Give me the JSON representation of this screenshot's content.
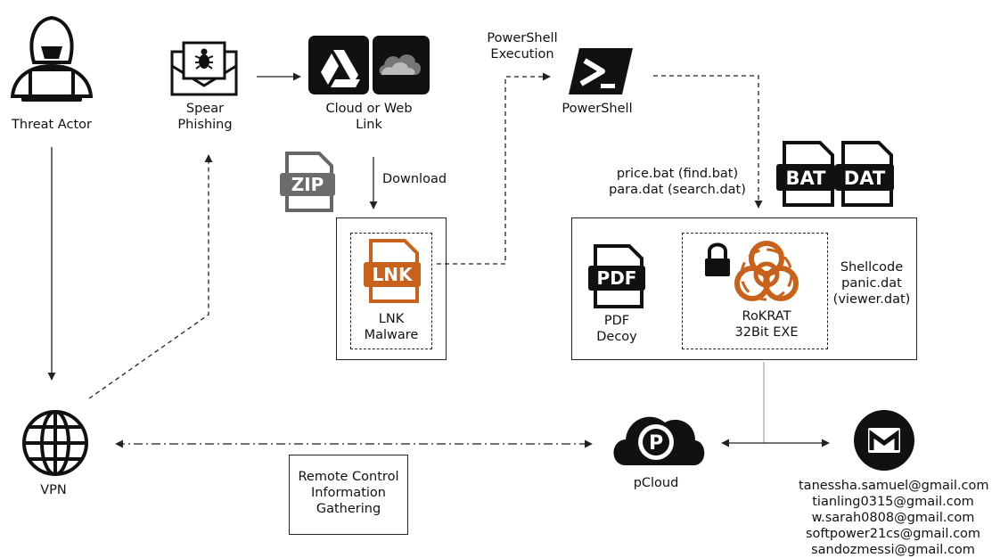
{
  "nodes": {
    "threat_actor": {
      "label": "Threat Actor"
    },
    "spear_phishing": {
      "lines": [
        "Spear",
        "Phishing"
      ]
    },
    "cloud_link": {
      "lines": [
        "Cloud or Web",
        "Link"
      ]
    },
    "powershell_exec": {
      "lines": [
        "PowerShell",
        "Execution"
      ]
    },
    "powershell": {
      "label": "PowerShell",
      "icon_text": ">_"
    },
    "zip": {
      "icon_text": "ZIP"
    },
    "download": {
      "label": "Download"
    },
    "lnk": {
      "icon_text": "LNK",
      "lines": [
        "LNK",
        "Malware"
      ]
    },
    "bat": {
      "icon_text": "BAT"
    },
    "dat": {
      "icon_text": "DAT"
    },
    "bat_files": {
      "lines": [
        "price.bat (find.bat)",
        "para.dat (search.dat)"
      ]
    },
    "pdf": {
      "icon_text": "PDF",
      "lines": [
        "PDF",
        "Decoy"
      ]
    },
    "rokrat": {
      "lines": [
        "RoKRAT",
        "32Bit EXE"
      ]
    },
    "shellcode": {
      "lines": [
        "Shellcode",
        "panic.dat",
        "(viewer.dat)"
      ]
    },
    "vpn": {
      "label": "VPN"
    },
    "remote_control": {
      "lines": [
        "Remote Control",
        "Information",
        "Gathering"
      ]
    },
    "pcloud": {
      "label": "pCloud",
      "icon_text": "P"
    },
    "gmail": {
      "icon_text": "M"
    },
    "emails": [
      "tanessha.samuel@gmail.com",
      "tianling0315@gmail.com",
      "w.sarah0808@gmail.com",
      "softpower21cs@gmail.com",
      "sandozmessi@gmail.com"
    ]
  },
  "icons": [
    "hacker-icon",
    "phishing-envelope-icon",
    "google-drive-icon",
    "onedrive-icon",
    "powershell-icon",
    "zip-file-icon",
    "lnk-file-icon",
    "bat-file-icon",
    "dat-file-icon",
    "pdf-file-icon",
    "lock-icon",
    "biohazard-icon",
    "globe-icon",
    "pcloud-icon",
    "gmail-icon"
  ],
  "colors": {
    "ink": "#111111",
    "lnk_orange": "#c8621b",
    "rokrat_orange": "#c8621b",
    "zip_gray": "#6b6b6b",
    "line": "#222222"
  }
}
